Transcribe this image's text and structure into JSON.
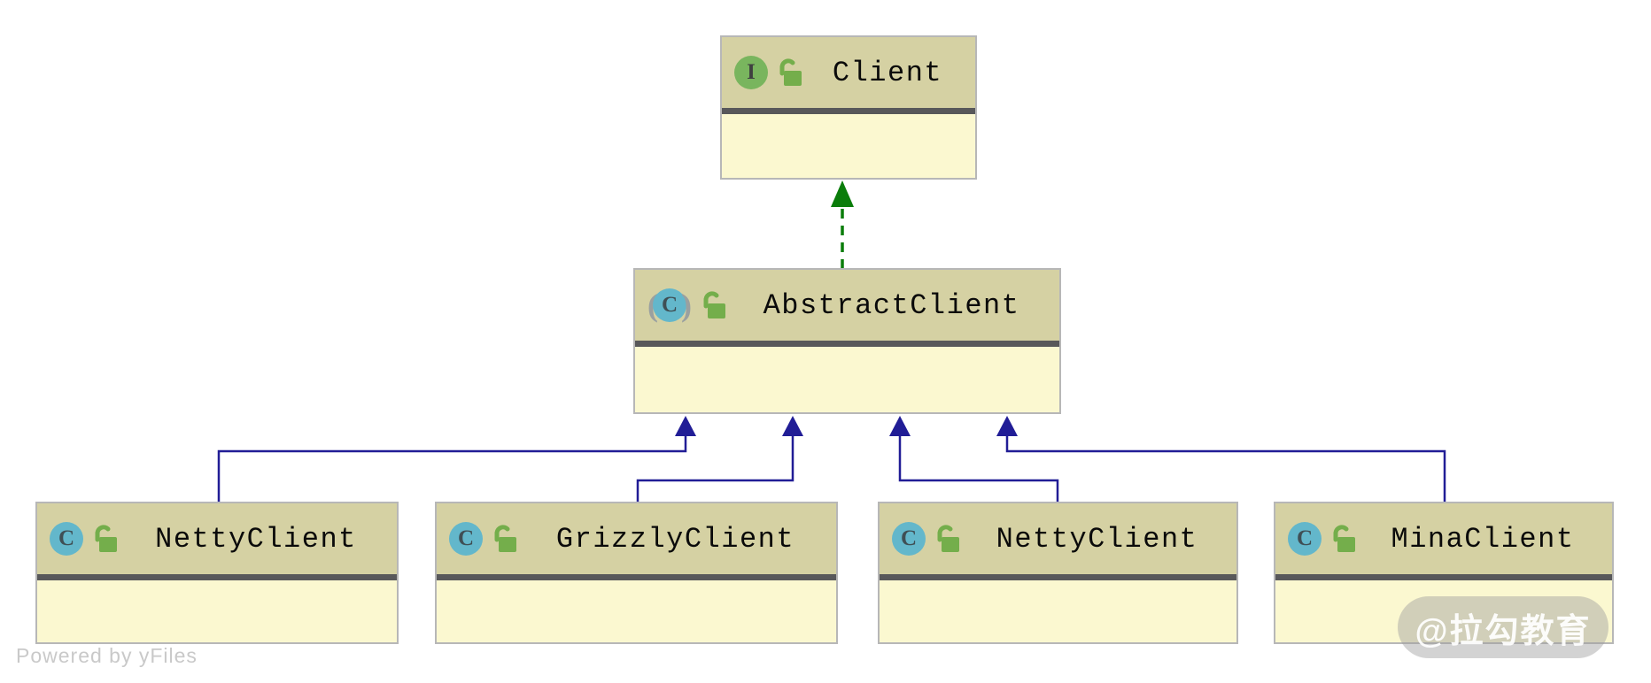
{
  "diagram": {
    "kind": "uml-class-diagram",
    "nodes": {
      "client": {
        "label": "Client",
        "stereotype": "interface",
        "visibility": "public-unlocked"
      },
      "abstract": {
        "label": "AbstractClient",
        "stereotype": "abstract-class",
        "visibility": "public-unlocked"
      },
      "netty1": {
        "label": "NettyClient",
        "stereotype": "class",
        "visibility": "public-unlocked"
      },
      "grizzly": {
        "label": "GrizzlyClient",
        "stereotype": "class",
        "visibility": "public-unlocked"
      },
      "netty2": {
        "label": "NettyClient",
        "stereotype": "class",
        "visibility": "public-unlocked"
      },
      "mina": {
        "label": "MinaClient",
        "stereotype": "class",
        "visibility": "public-unlocked"
      }
    },
    "edges": [
      {
        "from": "AbstractClient",
        "to": "Client",
        "relation": "implements",
        "line": "dashed",
        "color": "#0a7d0a"
      },
      {
        "from": "NettyClient",
        "to": "AbstractClient",
        "relation": "extends",
        "line": "solid",
        "color": "#211d96"
      },
      {
        "from": "GrizzlyClient",
        "to": "AbstractClient",
        "relation": "extends",
        "line": "solid",
        "color": "#211d96"
      },
      {
        "from": "NettyClient",
        "to": "AbstractClient",
        "relation": "extends",
        "line": "solid",
        "color": "#211d96"
      },
      {
        "from": "MinaClient",
        "to": "AbstractClient",
        "relation": "extends",
        "line": "solid",
        "color": "#211d96"
      }
    ],
    "colors": {
      "node_header": "#d5d1a3",
      "node_body": "#fbf8d0",
      "node_divider": "#58585a",
      "node_border": "#b7b7b7",
      "interface_icon": "#79b55e",
      "class_icon": "#63b7cb",
      "lock_icon": "#74ae4b",
      "implements_arrow": "#0a7d0a",
      "extends_arrow": "#211d96"
    }
  },
  "footer": {
    "powered_by": "Powered by yFiles"
  },
  "watermark": {
    "text": "@拉勾教育"
  }
}
